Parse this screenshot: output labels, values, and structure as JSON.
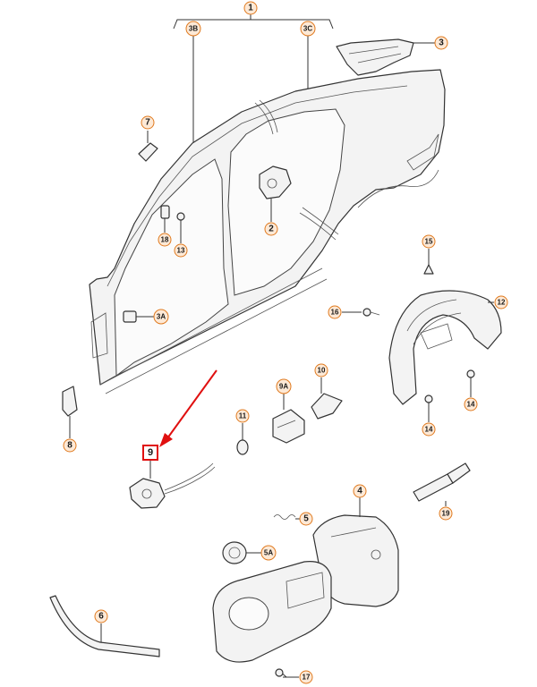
{
  "callouts": {
    "c1": "1",
    "c3B": "3B",
    "c3C": "3C",
    "c3": "3",
    "c7": "7",
    "c2": "2",
    "c18": "18",
    "c13": "13",
    "c3A": "3A",
    "c8": "8",
    "c15": "15",
    "c16": "16",
    "c12": "12",
    "c14a": "14",
    "c14b": "14",
    "c9A": "9A",
    "c10": "10",
    "c11": "11",
    "c9": "9",
    "c4": "4",
    "c5": "5",
    "c5A": "5A",
    "c19": "19",
    "c6": "6",
    "c17": "17"
  },
  "highlight": {
    "color": "#e01010",
    "target": "9"
  },
  "colors": {
    "callout_fill": "#fde9d6",
    "callout_stroke": "#e07a1f",
    "line": "#333333"
  }
}
